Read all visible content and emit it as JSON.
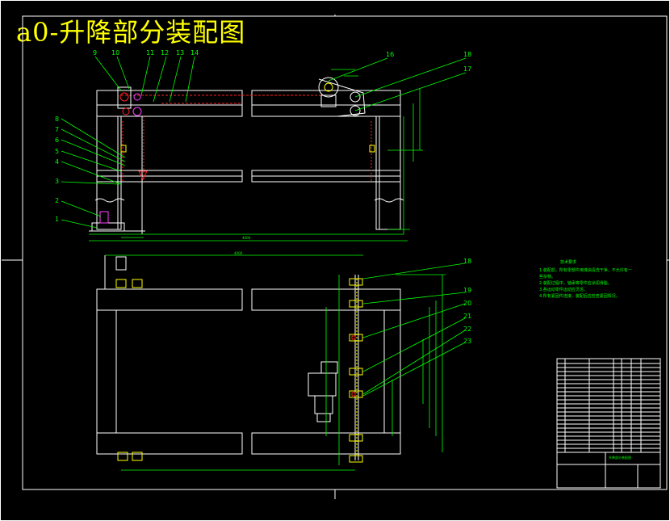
{
  "title": "a0-升降部分装配图",
  "part_labels_top": [
    "1",
    "2",
    "3",
    "4",
    "5",
    "6",
    "7",
    "8",
    "9",
    "10",
    "11",
    "12",
    "13",
    "14",
    "16",
    "18",
    "17"
  ],
  "part_labels_bottom": [
    "18",
    "19",
    "20",
    "21",
    "22",
    "23"
  ],
  "notes_heading": "技术要求",
  "notes": [
    "1.装配前，所有零部件用煤油清洗干净，不允许有一",
    "些杂物。",
    "2.装配过程中，轴承等零件应涂润滑脂。",
    "3.各运动零件运动应灵活。",
    "4.所有紧固件连接，装配后应检查紧固情况。"
  ],
  "title_block": {
    "name": "升降部分装配图"
  },
  "colors": {
    "frame": "#ffffff",
    "dimension": "#00ff00",
    "title": "#ffff00",
    "chain": "#ff2020",
    "accent": "#ff40ff"
  }
}
